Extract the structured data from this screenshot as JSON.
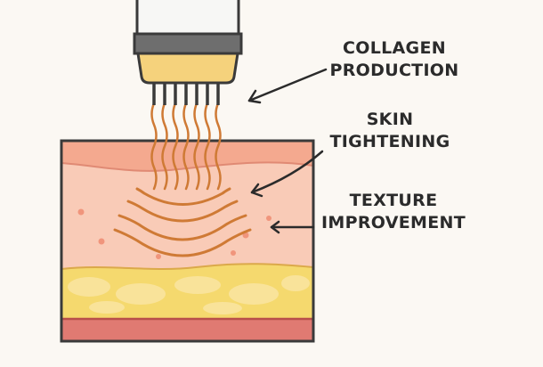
{
  "labels": {
    "collagen": {
      "line1": "COLLAGEN",
      "line2": "PRODUCTION"
    },
    "tightening": {
      "line1": "SKIN",
      "line2": "TIGHTENING"
    },
    "texture": {
      "line1": "TEXTURE",
      "line2": "IMPROVEMENT"
    }
  },
  "colors": {
    "background": "#fbf8f3",
    "outline": "#3a3a3a",
    "device_body": "#f7f7f5",
    "device_band": "#6e6e6e",
    "device_tip": "#f5d27c",
    "microcurrent": "#cf7a35",
    "epidermis": "#f4a98f",
    "dermis": "#f9cbb7",
    "fat": "#f5d96e",
    "muscle": "#e07a72",
    "dots": "#f0957c"
  },
  "icons": {
    "device": "radiofrequency-device-icon",
    "arrow": "arrow-left-icon"
  }
}
